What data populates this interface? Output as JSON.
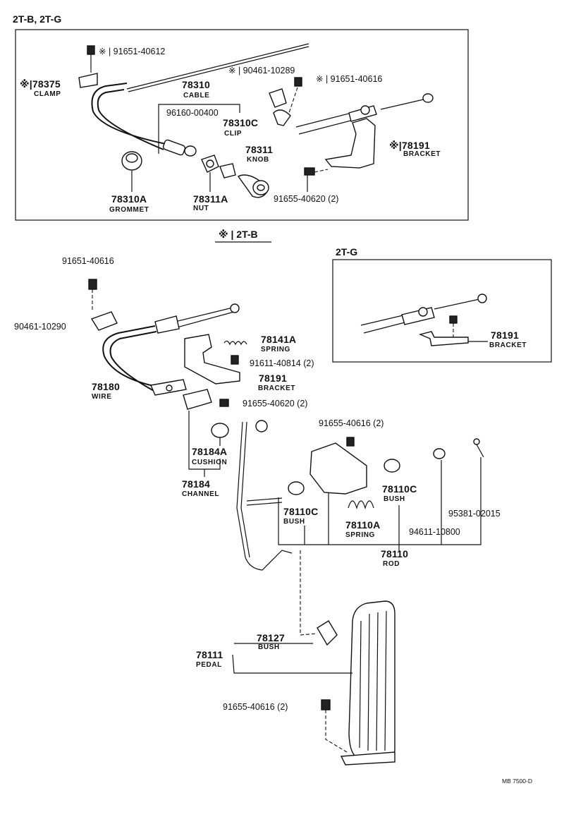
{
  "header": {
    "variant_top": "2T-B, 2T-G",
    "section_2tb": "※ | 2T-B",
    "variant_2tg": "2T-G"
  },
  "top_box": {
    "p1": "※ | 91651-40612",
    "p2_num": "※|78375",
    "p2_name": "CLAMP",
    "p3_num": "78310",
    "p3_name": "CABLE",
    "p4": "96160-00400",
    "p5": "※ | 90461-10289",
    "p6": "※ | 91651-40616",
    "p7_num": "78310C",
    "p7_name": "CLIP",
    "p8_num": "78311",
    "p8_name": "KNOB",
    "p9_num": "※|78191",
    "p9_name": "BRACKET",
    "p10_num": "78310A",
    "p10_name": "GROMMET",
    "p11_num": "78311A",
    "p11_name": "NUT",
    "p12": "91655-40620 (2)"
  },
  "main": {
    "m1": "91651-40616",
    "m2": "90461-10290",
    "m3_num": "78141A",
    "m3_name": "SPRING",
    "m4": "91611-40814 (2)",
    "m5_num": "78191",
    "m5_name": "BRACKET",
    "m6_num": "78180",
    "m6_name": "WIRE",
    "m7": "91655-40620 (2)",
    "m8": "91655-40616 (2)",
    "m9_num": "78184A",
    "m9_name": "CUSHION",
    "m10_num": "78184",
    "m10_name": "CHANNEL",
    "m11_num": "78110C",
    "m11_name": "BUSH",
    "m12_num": "78110C",
    "m12_name": "BUSH",
    "m13_num": "78110A",
    "m13_name": "SPRING",
    "m14": "95381-02015",
    "m15": "94611-10800",
    "m16_num": "78110",
    "m16_name": "ROD",
    "m17_num": "78127",
    "m17_name": "BUSH",
    "m18_num": "78111",
    "m18_name": "PEDAL",
    "m19": "91655-40616 (2)",
    "footer_code": "MB 7500-D"
  },
  "right_box": {
    "r1_num": "78191",
    "r1_name": "BRACKET"
  }
}
